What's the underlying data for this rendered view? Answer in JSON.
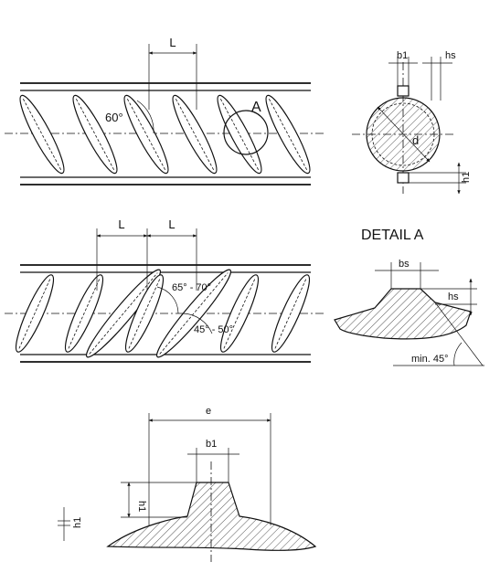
{
  "labels": {
    "top_pitch": "L",
    "top_angle": "60°",
    "detail_marker": "A",
    "mid_pitch_1": "L",
    "mid_pitch_2": "L",
    "mid_angle_1": "65° - 70°",
    "mid_angle_2": "45° - 50°",
    "detail_title": "DETAIL A",
    "detail_bs": "bs",
    "detail_hs": "hs",
    "detail_min_angle": "min. 45°",
    "section_b1": "b1",
    "section_hs": "hs",
    "section_d": "d",
    "profile_e": "e",
    "profile_b1": "b1",
    "profile_h1_left": "h1",
    "profile_h1_tick": "h1",
    "section_h1": "h1"
  }
}
